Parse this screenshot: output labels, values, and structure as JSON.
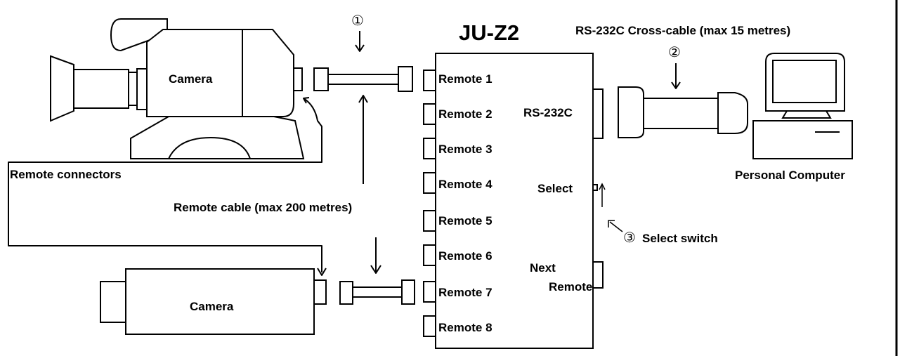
{
  "device": {
    "title": "JU-Z2",
    "remote_ports": [
      "Remote 1",
      "Remote 2",
      "Remote 3",
      "Remote 4",
      "Remote 5",
      "Remote 6",
      "Remote 7",
      "Remote 8"
    ],
    "rs232c_label": "RS-232C",
    "select_label": "Select",
    "next_remote_line1": "Next",
    "next_remote_line2": "Remote"
  },
  "cameras": {
    "top_label": "Camera",
    "bottom_label": "Camera"
  },
  "labels": {
    "remote_connectors": "Remote connectors",
    "remote_cable": "Remote cable (max 200 metres)",
    "cross_cable": "RS-232C Cross-cable (max 15 metres)",
    "personal_computer": "Personal Computer",
    "select_switch": "Select switch"
  },
  "markers": {
    "m1": "①",
    "m2": "②",
    "m3": "③"
  }
}
